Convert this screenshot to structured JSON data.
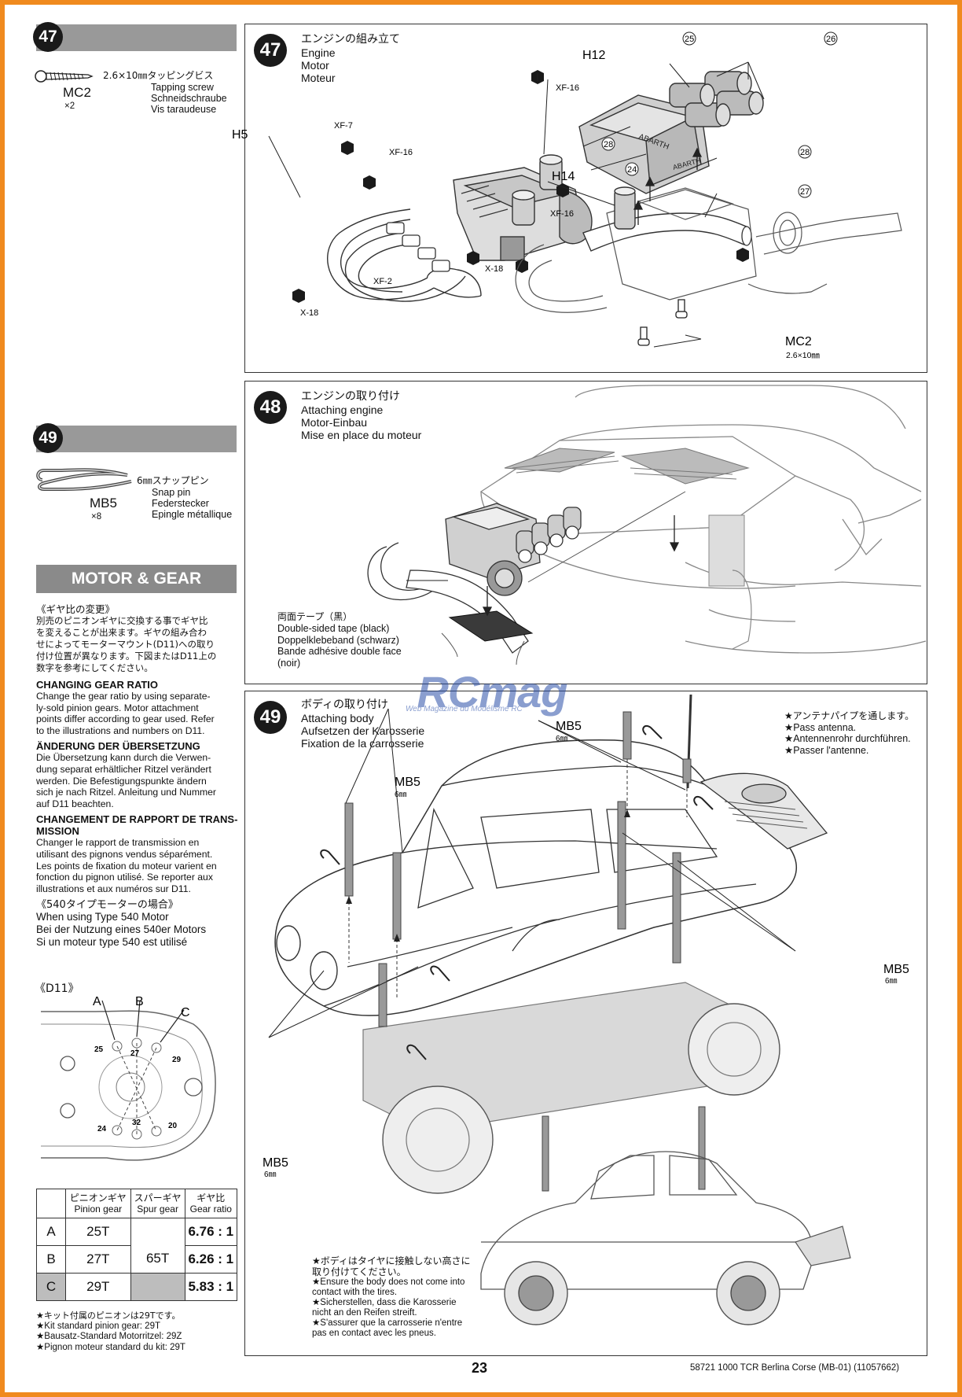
{
  "left": {
    "step47": {
      "number": "47",
      "part_name": "MC2",
      "qty": "×2",
      "jp": "2.6×10㎜タッピングビス",
      "lines": [
        "Tapping screw",
        "Schneidschraube",
        "Vis taraudeuse"
      ]
    },
    "step49": {
      "number": "49",
      "part_name": "MB5",
      "qty": "×8",
      "jp": "6㎜スナップピン",
      "lines": [
        "Snap pin",
        "Federstecker",
        "Epingle métallique"
      ]
    },
    "motor_gear": {
      "banner": "MOTOR & GEAR",
      "jp_heading": "《ギヤ比の変更》",
      "jp_text": [
        "別売のピニオンギヤに交換する事でギヤ比",
        "を変えることが出来ます。ギヤの組み合わ",
        "せによってモーターマウント(D11)への取り",
        "付け位置が異なります。下図またはD11上の",
        "数字を参考にしてください。"
      ],
      "en_heading": "CHANGING GEAR RATIO",
      "en_text": [
        "Change the gear ratio by using separate-",
        "ly-sold pinion gears. Motor attachment",
        "points differ according to gear used. Refer",
        "to the illustrations and numbers on D11."
      ],
      "de_heading": "ÄNDERUNG DER ÜBERSETZUNG",
      "de_text": [
        "Die Übersetzung kann durch die Verwen-",
        "dung separat erhältlicher Ritzel verändert",
        "werden. Die Befestigungspunkte ändern",
        "sich je nach Ritzel. Anleitung und Nummer",
        "auf D11 beachten."
      ],
      "fr_heading": [
        "CHANGEMENT DE RAPPORT DE TRANS-",
        "MISSION"
      ],
      "fr_text": [
        "Changer le rapport de transmission en",
        "utilisant des pignons vendus séparément.",
        "Les points de fixation du moteur varient en",
        "fonction du pignon utilisé. Se reporter aux",
        "illustrations et aux numéros sur D11."
      ],
      "type540_jp": "《540タイプモーターの場合》",
      "type540_lines": [
        "When using Type 540 Motor",
        "Bei der Nutzung eines 540er Motors",
        "Si un moteur type 540 est utilisé"
      ],
      "d11_label": "《D11》",
      "d11_letters": [
        "A",
        "B",
        "C"
      ],
      "d11_numbers": [
        "25",
        "27",
        "29",
        "24",
        "32",
        "20"
      ]
    },
    "gear_table": {
      "headers": [
        [
          "ピニオンギヤ",
          "Pinion gear"
        ],
        [
          "スパーギヤ",
          "Spur gear"
        ],
        [
          "ギヤ比",
          "Gear ratio"
        ]
      ],
      "rows": [
        {
          "label": "A",
          "pinion": "25T",
          "ratio": "6.76 : 1"
        },
        {
          "label": "B",
          "pinion": "27T",
          "ratio": "6.26 : 1"
        },
        {
          "label": "C",
          "pinion": "29T",
          "ratio": "5.83 : 1"
        }
      ],
      "spur": "65T"
    },
    "kit_notes": [
      "★キット付属のピニオンは29Tです。",
      "★Kit standard pinion gear: 29T",
      "★Bausatz-Standard Motorritzel: 29Z",
      "★Pignon moteur standard du kit: 29T"
    ]
  },
  "panel47": {
    "number": "47",
    "title_jp": "エンジンの組み立て",
    "titles": [
      "Engine",
      "Motor",
      "Moteur"
    ],
    "labels": {
      "h5": "H5",
      "xf7": "XF-7",
      "xf16a": "XF-16",
      "x18a": "X-18",
      "xf2": "XF-2",
      "x18b": "X-18",
      "h12": "H12",
      "xf16b": "XF-16",
      "h14": "H14",
      "xf16c": "XF-16",
      "c25": "25",
      "c26": "26",
      "c28a": "28",
      "c24": "24",
      "c28b": "28",
      "c27": "27",
      "mc2": "MC2",
      "mc2_size": "2.6×10㎜",
      "abarth": "ABARTH"
    }
  },
  "panel48": {
    "number": "48",
    "title_jp": "エンジンの取り付け",
    "titles": [
      "Attaching engine",
      "Motor-Einbau",
      "Mise en place du moteur"
    ],
    "tape_jp": "両面テープ（黒）",
    "tape_lines": [
      "Double-sided tape (black)",
      "Doppelklebeband (schwarz)",
      "Bande adhésive double face",
      "(noir)"
    ]
  },
  "panel49": {
    "number": "49",
    "title_jp": "ボディの取り付け",
    "titles": [
      "Attaching body",
      "Aufsetzen der Karosserie",
      "Fixation de la carrosserie"
    ],
    "mb5": "MB5",
    "mb5_size": "6㎜",
    "antenna_notes": [
      "★アンテナパイプを通します。",
      "★Pass antenna.",
      "★Antennenrohr durchführen.",
      "★Passer l'antenne."
    ],
    "tire_notes": [
      "★ボディはタイヤに接触しない高さに",
      "取り付けてください。",
      "★Ensure the body does not come into",
      "contact with the tires.",
      "★Sicherstellen, dass die Karosserie",
      "nicht an den Reifen streift.",
      "★S'assurer que la carrosserie n'entre",
      "pas en contact avec les pneus."
    ]
  },
  "watermark": {
    "brand": "RCmag",
    "tagline": "Web Magazine du Modélisme RC"
  },
  "footer": {
    "page": "23",
    "ref": "58721 1000 TCR Berlina Corse (MB-01) (11057662)"
  },
  "colors": {
    "frame": "#f08a1e",
    "banner": "#8a8a8a",
    "watermark": "#2b4fa8"
  }
}
